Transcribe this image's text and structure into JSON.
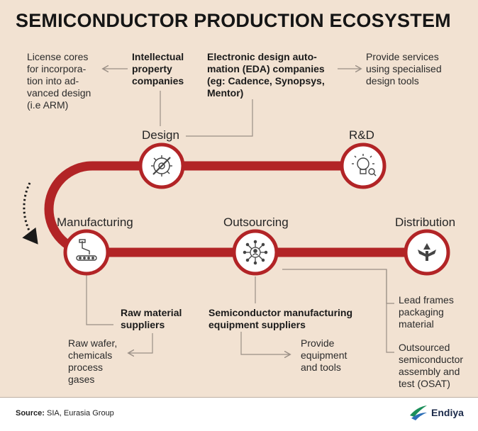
{
  "title": "SEMICONDUCTOR PRODUCTION ECOSYSTEM",
  "stages": {
    "design": "Design",
    "rnd": "R&D",
    "manufacturing": "Manufacturing",
    "outsourcing": "Outsourcing",
    "distribution": "Distribution"
  },
  "notes": {
    "license_cores": "License cores\nfor incorpora-\ntion into ad-\nvanced design\n(i.e ARM)",
    "ip_companies": "Intellectual\nproperty\ncompanies",
    "eda_companies": "Electronic design auto-\nmation (EDA) companies\n(eg: Cadence, Synopsys,\nMentor)",
    "design_services": "Provide services\nusing specialised\ndesign tools",
    "raw_material_suppliers": "Raw material\nsuppliers",
    "raw_materials": "Raw wafer,\nchemicals\nprocess\ngases",
    "equipment_suppliers": "Semiconductor manufacturing\nequipment suppliers",
    "provide_equipment": "Provide\nequipment\nand tools",
    "lead_frames": "Lead frames\npackaging\nmaterial",
    "osat": "Outsourced\nsemiconductor\nassembly and\ntest (OSAT)"
  },
  "icons": {
    "design": "gear-pencil-icon",
    "rnd": "lightbulb-icon",
    "manufacturing": "robotic-arm-conveyor-icon",
    "outsourcing": "network-person-icon",
    "distribution": "split-arrows-icon"
  },
  "colors": {
    "background": "#f2e2d2",
    "track": "#b22426",
    "circle_ring": "#b22426",
    "circle_fill": "#ffffff",
    "connector": "#9a8f86"
  },
  "footer": {
    "source_label": "Source:",
    "source_text": "SIA, Eurasia Group",
    "brand": "Endiya"
  }
}
